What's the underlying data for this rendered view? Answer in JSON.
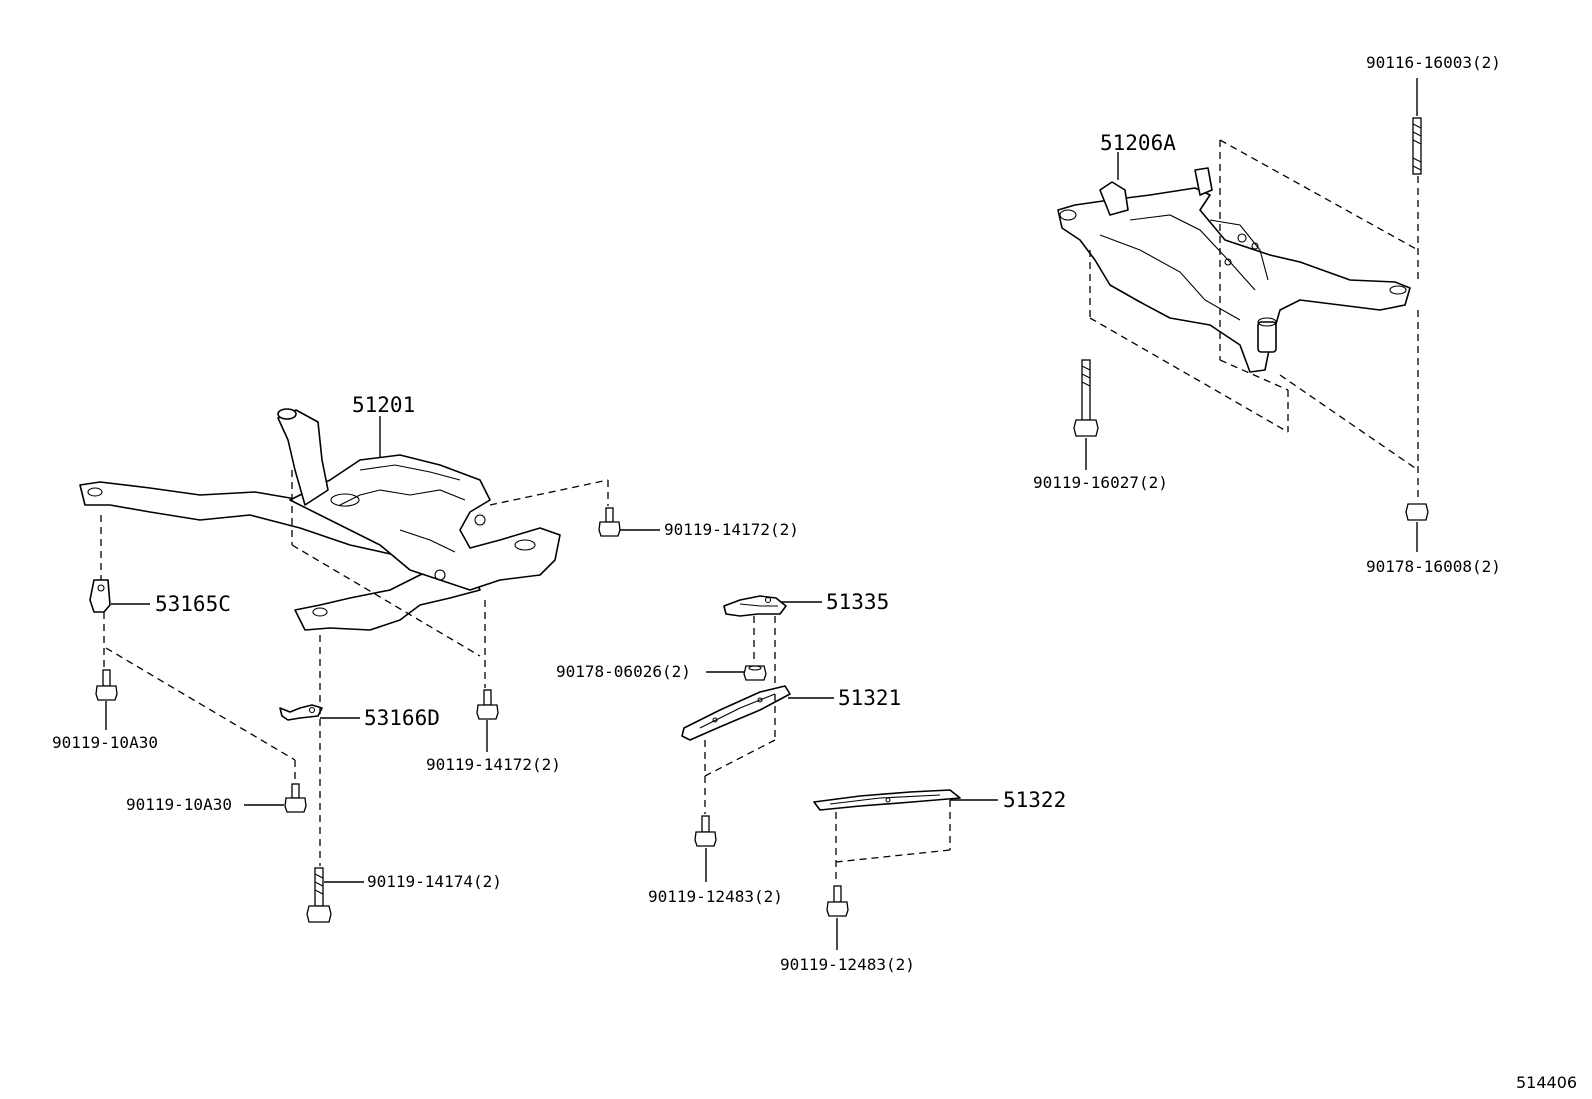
{
  "diagram_id": "514406",
  "parts": {
    "p51201": "51201",
    "p51206A": "51206A",
    "p53165C": "53165C",
    "p53166D": "53166D",
    "p51335": "51335",
    "p51321": "51321",
    "p51322": "51322"
  },
  "fasteners": {
    "f_90116_16003": "90116-16003(2)",
    "f_90119_16027": "90119-16027(2)",
    "f_90178_16008": "90178-16008(2)",
    "f_90119_14172_top": "90119-14172(2)",
    "f_90119_14172_bottom": "90119-14172(2)",
    "f_90119_10A30_left": "90119-10A30",
    "f_90119_10A30_mid": "90119-10A30",
    "f_90119_14174": "90119-14174(2)",
    "f_90178_06026": "90178-06026(2)",
    "f_90119_12483_left": "90119-12483(2)",
    "f_90119_12483_right": "90119-12483(2)"
  }
}
